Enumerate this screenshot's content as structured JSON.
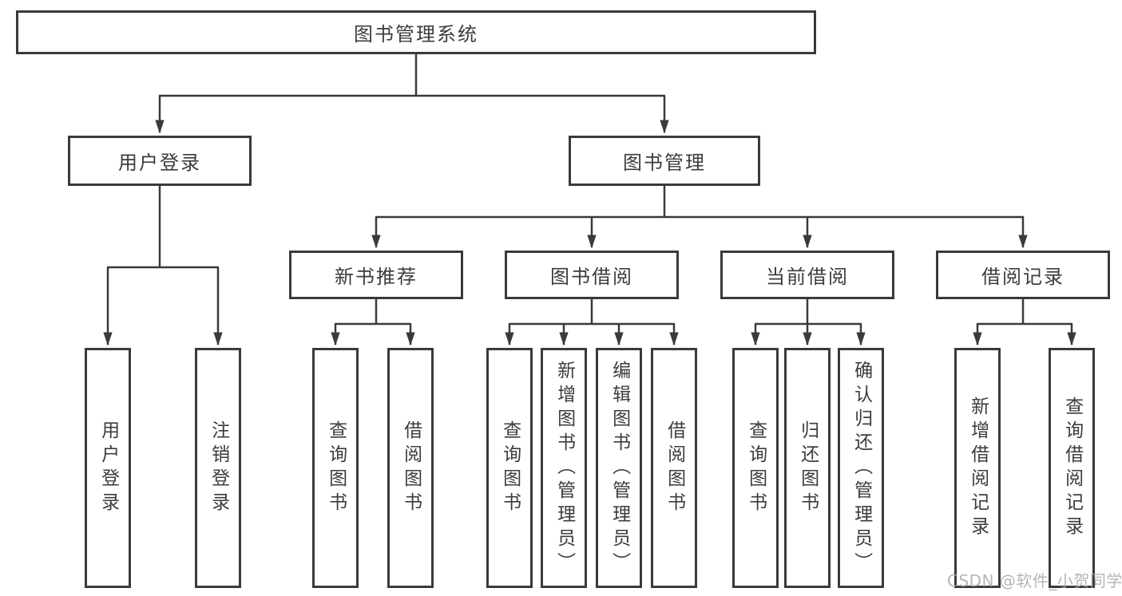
{
  "tree": {
    "root": {
      "label": "图书管理系统",
      "children": [
        {
          "label": "用户登录",
          "children": [
            {
              "label": "用户登录"
            },
            {
              "label": "注销登录"
            }
          ]
        },
        {
          "label": "图书管理",
          "children": [
            {
              "label": "新书推荐",
              "children": [
                {
                  "label": "查询图书"
                },
                {
                  "label": "借阅图书"
                }
              ]
            },
            {
              "label": "图书借阅",
              "children": [
                {
                  "label": "查询图书"
                },
                {
                  "label": "新增图书（管理员）"
                },
                {
                  "label": "编辑图书（管理员）"
                },
                {
                  "label": "借阅图书"
                }
              ]
            },
            {
              "label": "当前借阅",
              "children": [
                {
                  "label": "查询图书"
                },
                {
                  "label": "归还图书"
                },
                {
                  "label": "确认归还（管理员）"
                }
              ]
            },
            {
              "label": "借阅记录",
              "children": [
                {
                  "label": "新增借阅记录"
                },
                {
                  "label": "查询借阅记录"
                }
              ]
            }
          ]
        }
      ]
    }
  },
  "watermark": "CSDN @软件_小贺同学",
  "colors": {
    "line": "#3a3a3a",
    "text": "#3c3c3c",
    "boxbg": "#ffffff",
    "watermark": "#a9a9a9"
  }
}
